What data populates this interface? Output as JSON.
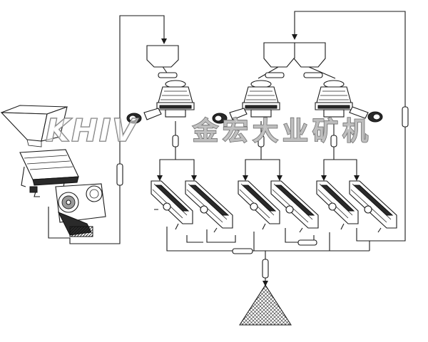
{
  "watermark": {
    "latin": "KHIV",
    "cjk": "金宏大业矿机"
  },
  "colors": {
    "line": "#1a1a1a",
    "watermark_outline": "#6f6f6f"
  },
  "components": [
    "feed-hopper",
    "vibrating-feeder",
    "jaw-crusher",
    "belt-conveyor",
    "surge-bin",
    "cone-crusher",
    "vibrating-screen",
    "stockpile"
  ]
}
